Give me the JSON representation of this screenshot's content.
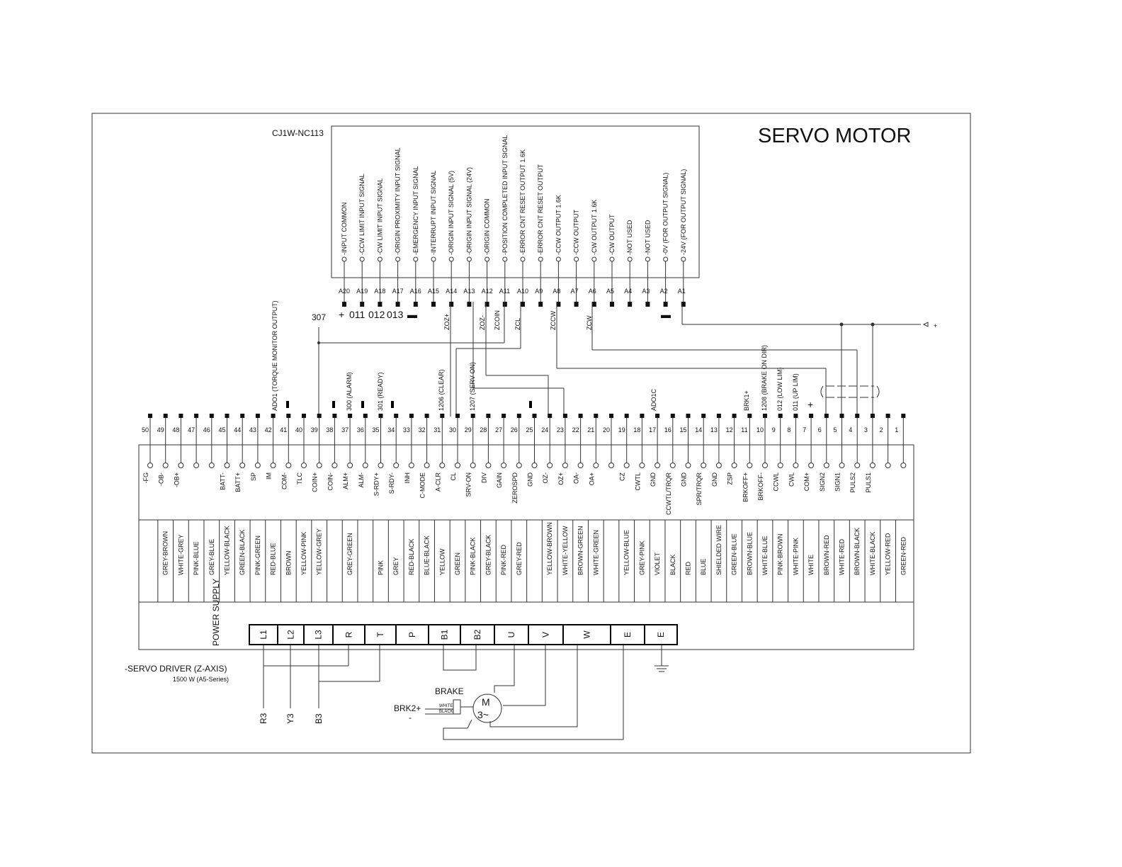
{
  "title": "SERVO MOTOR",
  "controller": {
    "model": "CJ1W-NC113",
    "pins": [
      {
        "id": "A20",
        "sig": "-INPUT COMMON"
      },
      {
        "id": "A19",
        "sig": "-CCW LIMIT INPUT SIGNAL"
      },
      {
        "id": "A18",
        "sig": "-CW LIMIT INPUT SIGNAL"
      },
      {
        "id": "A17",
        "sig": "-ORIGIN PROXIMITY INPUT SIGNAL"
      },
      {
        "id": "A16",
        "sig": "-EMERGENCY INPUT SIGNAL"
      },
      {
        "id": "A15",
        "sig": "-INTERRUPT INPUT SIGNAL"
      },
      {
        "id": "A14",
        "sig": "-ORIGIN INPUT SIGNAL (5V)"
      },
      {
        "id": "A13",
        "sig": "-ORIGIN INPUT SIGNAL (24V)"
      },
      {
        "id": "A12",
        "sig": "-ORIGIN COMMON"
      },
      {
        "id": "A11",
        "sig": "-POSITION COMPLETED INPUT SIGNAL"
      },
      {
        "id": "A10",
        "sig": "-ERROR CNT RESET OUTPUT 1.6K"
      },
      {
        "id": "A9",
        "sig": "-ERROR CNT RESET OUTPUT"
      },
      {
        "id": "A8",
        "sig": "-CCW OUTPUT 1.6K"
      },
      {
        "id": "A7",
        "sig": "-CCW OUTPUT"
      },
      {
        "id": "A6",
        "sig": "-CW OUTPUT 1.6K"
      },
      {
        "id": "A5",
        "sig": "-CW OUTPUT"
      },
      {
        "id": "A4",
        "sig": "-NOT USED"
      },
      {
        "id": "A3",
        "sig": "-NOT USED"
      },
      {
        "id": "A2",
        "sig": "-0V (FOR OUTPUT SIGNAL)"
      },
      {
        "id": "A1",
        "sig": "-24V (FOR OUTPUT SIGNAL)"
      }
    ],
    "wire_labels": {
      "plus": "+",
      "i011": "011",
      "i012": "012",
      "i013": "013",
      "minus": "▬",
      "zoz_plus": "ZOZ+",
      "zoz_minus": "ZOZ-",
      "zcoin": "ZCOIN",
      "zcl": "ZCL",
      "zccw": "ZCCW",
      "zcw": "ZCW",
      "minus2": "▬",
      "supply_plus": "+"
    }
  },
  "labels": {
    "l307": "307",
    "ado1": "ADO1 (TORQUE MONITOR OUTPUT)",
    "alarm": "300 (ALARM)",
    "ready": "301 (READY)",
    "clear": "1206 (CLEAR)",
    "servo_on": "1207 (SERV ON)",
    "ado1c": "ADO1C",
    "brk1": "BRK1+",
    "brake_dir": "1208 (BRAKE ON DIR)",
    "low_lim": "012 (LOW LIM)",
    "up_lim": "011 (UP LIM)",
    "plus6": "+"
  },
  "driver": {
    "name": "-SERVO DRIVER (Z-AXIS)",
    "spec": "1500 W (A5-Series)",
    "pins": [
      {
        "n": "50",
        "sig": "-FG",
        "color": ""
      },
      {
        "n": "49",
        "sig": "-OB-",
        "color": "GREY-BROWN"
      },
      {
        "n": "48",
        "sig": "-OB+",
        "color": "WHITE-GREY"
      },
      {
        "n": "47",
        "sig": "",
        "color": "PINK-BLUE"
      },
      {
        "n": "46",
        "sig": "",
        "color": "GREY-BLUE"
      },
      {
        "n": "45",
        "sig": "BATT-",
        "color": "YELLOW-BLACK"
      },
      {
        "n": "44",
        "sig": "BATT+",
        "color": "GREEN-BLACK"
      },
      {
        "n": "43",
        "sig": "SP",
        "color": "PINK-GREEN"
      },
      {
        "n": "42",
        "sig": "IM",
        "color": "RED-BLUE"
      },
      {
        "n": "41",
        "sig": "COM-",
        "color": "BROWN"
      },
      {
        "n": "40",
        "sig": "TLC",
        "color": "YELLOW-PINK"
      },
      {
        "n": "39",
        "sig": "COIN+",
        "color": "YELLOW-GREY"
      },
      {
        "n": "38",
        "sig": "COIN-",
        "color": ""
      },
      {
        "n": "37",
        "sig": "ALM+",
        "color": "GREY-GREEN"
      },
      {
        "n": "36",
        "sig": "ALM-",
        "color": ""
      },
      {
        "n": "35",
        "sig": "S-RDY+",
        "color": "PINK"
      },
      {
        "n": "34",
        "sig": "S-RDY-",
        "color": "GREY"
      },
      {
        "n": "33",
        "sig": "INH",
        "color": "RED-BLACK"
      },
      {
        "n": "32",
        "sig": "C-MODE",
        "color": "BLUE-BLACK"
      },
      {
        "n": "31",
        "sig": "A-CLR",
        "color": "YELLOW"
      },
      {
        "n": "30",
        "sig": "CL",
        "color": "GREEN"
      },
      {
        "n": "29",
        "sig": "SRV-ON",
        "color": "PINK-BLACK"
      },
      {
        "n": "28",
        "sig": "DIV",
        "color": "GREY-BLACK"
      },
      {
        "n": "27",
        "sig": "GAIN",
        "color": "PINK-RED"
      },
      {
        "n": "26",
        "sig": "ZEROSPD",
        "color": "GREY-RED"
      },
      {
        "n": "25",
        "sig": "GND",
        "color": ""
      },
      {
        "n": "24",
        "sig": "OZ-",
        "color": "YELLOW-BROWN"
      },
      {
        "n": "23",
        "sig": "OZ+",
        "color": "WHITE-YELLOW"
      },
      {
        "n": "22",
        "sig": "OA-",
        "color": "BROWN-GREEN"
      },
      {
        "n": "21",
        "sig": "OA+",
        "color": "WHITE-GREEN"
      },
      {
        "n": "20",
        "sig": "",
        "color": ""
      },
      {
        "n": "19",
        "sig": "CZ",
        "color": "YELLOW-BLUE"
      },
      {
        "n": "18",
        "sig": "CWTL",
        "color": "GREY-PINK"
      },
      {
        "n": "17",
        "sig": "GND",
        "color": "VIOLET"
      },
      {
        "n": "16",
        "sig": "CCWTL/TRQR",
        "color": "BLACK"
      },
      {
        "n": "15",
        "sig": "GND",
        "color": "RED"
      },
      {
        "n": "14",
        "sig": "SPR/TRQR",
        "color": "BLUE"
      },
      {
        "n": "13",
        "sig": "GND",
        "color": "SHIELDED WIRE"
      },
      {
        "n": "12",
        "sig": "ZSP",
        "color": "GREEN-BLUE"
      },
      {
        "n": "11",
        "sig": "BRKOFF+",
        "color": "BROWN-BLUE"
      },
      {
        "n": "10",
        "sig": "BRKOFF-",
        "color": "WHITE-BLUE"
      },
      {
        "n": "9",
        "sig": "CCWL",
        "color": "PINK-BROWN"
      },
      {
        "n": "8",
        "sig": "CWL",
        "color": "WHITE-PINK"
      },
      {
        "n": "7",
        "sig": "COM+",
        "color": "WHITE"
      },
      {
        "n": "6",
        "sig": "SIGN2",
        "color": "BROWN-RED"
      },
      {
        "n": "5",
        "sig": "SIGN1",
        "color": "WHITE-RED"
      },
      {
        "n": "4",
        "sig": "PULS2",
        "color": "BROWN-BLACK"
      },
      {
        "n": "3",
        "sig": "PULS1",
        "color": "WHITE-BLACK"
      },
      {
        "n": "2",
        "sig": "",
        "color": "YELLOW-RED"
      },
      {
        "n": "1",
        "sig": "",
        "color": "GREEN-RED"
      }
    ],
    "power_supply": "POWER SUPPLY",
    "terminals": [
      "L1",
      "L2",
      "L3",
      "R",
      "T",
      "P",
      "B1",
      "B2",
      "U",
      "V",
      "W",
      "E",
      "E"
    ]
  },
  "motor": {
    "brake": "BRAKE",
    "brk2": "BRK2+",
    "minus": "-",
    "white": "WHITE",
    "black": "BLACK",
    "m": "M",
    "phase": "3~"
  },
  "phases": [
    "R3",
    "Y3",
    "B3"
  ]
}
